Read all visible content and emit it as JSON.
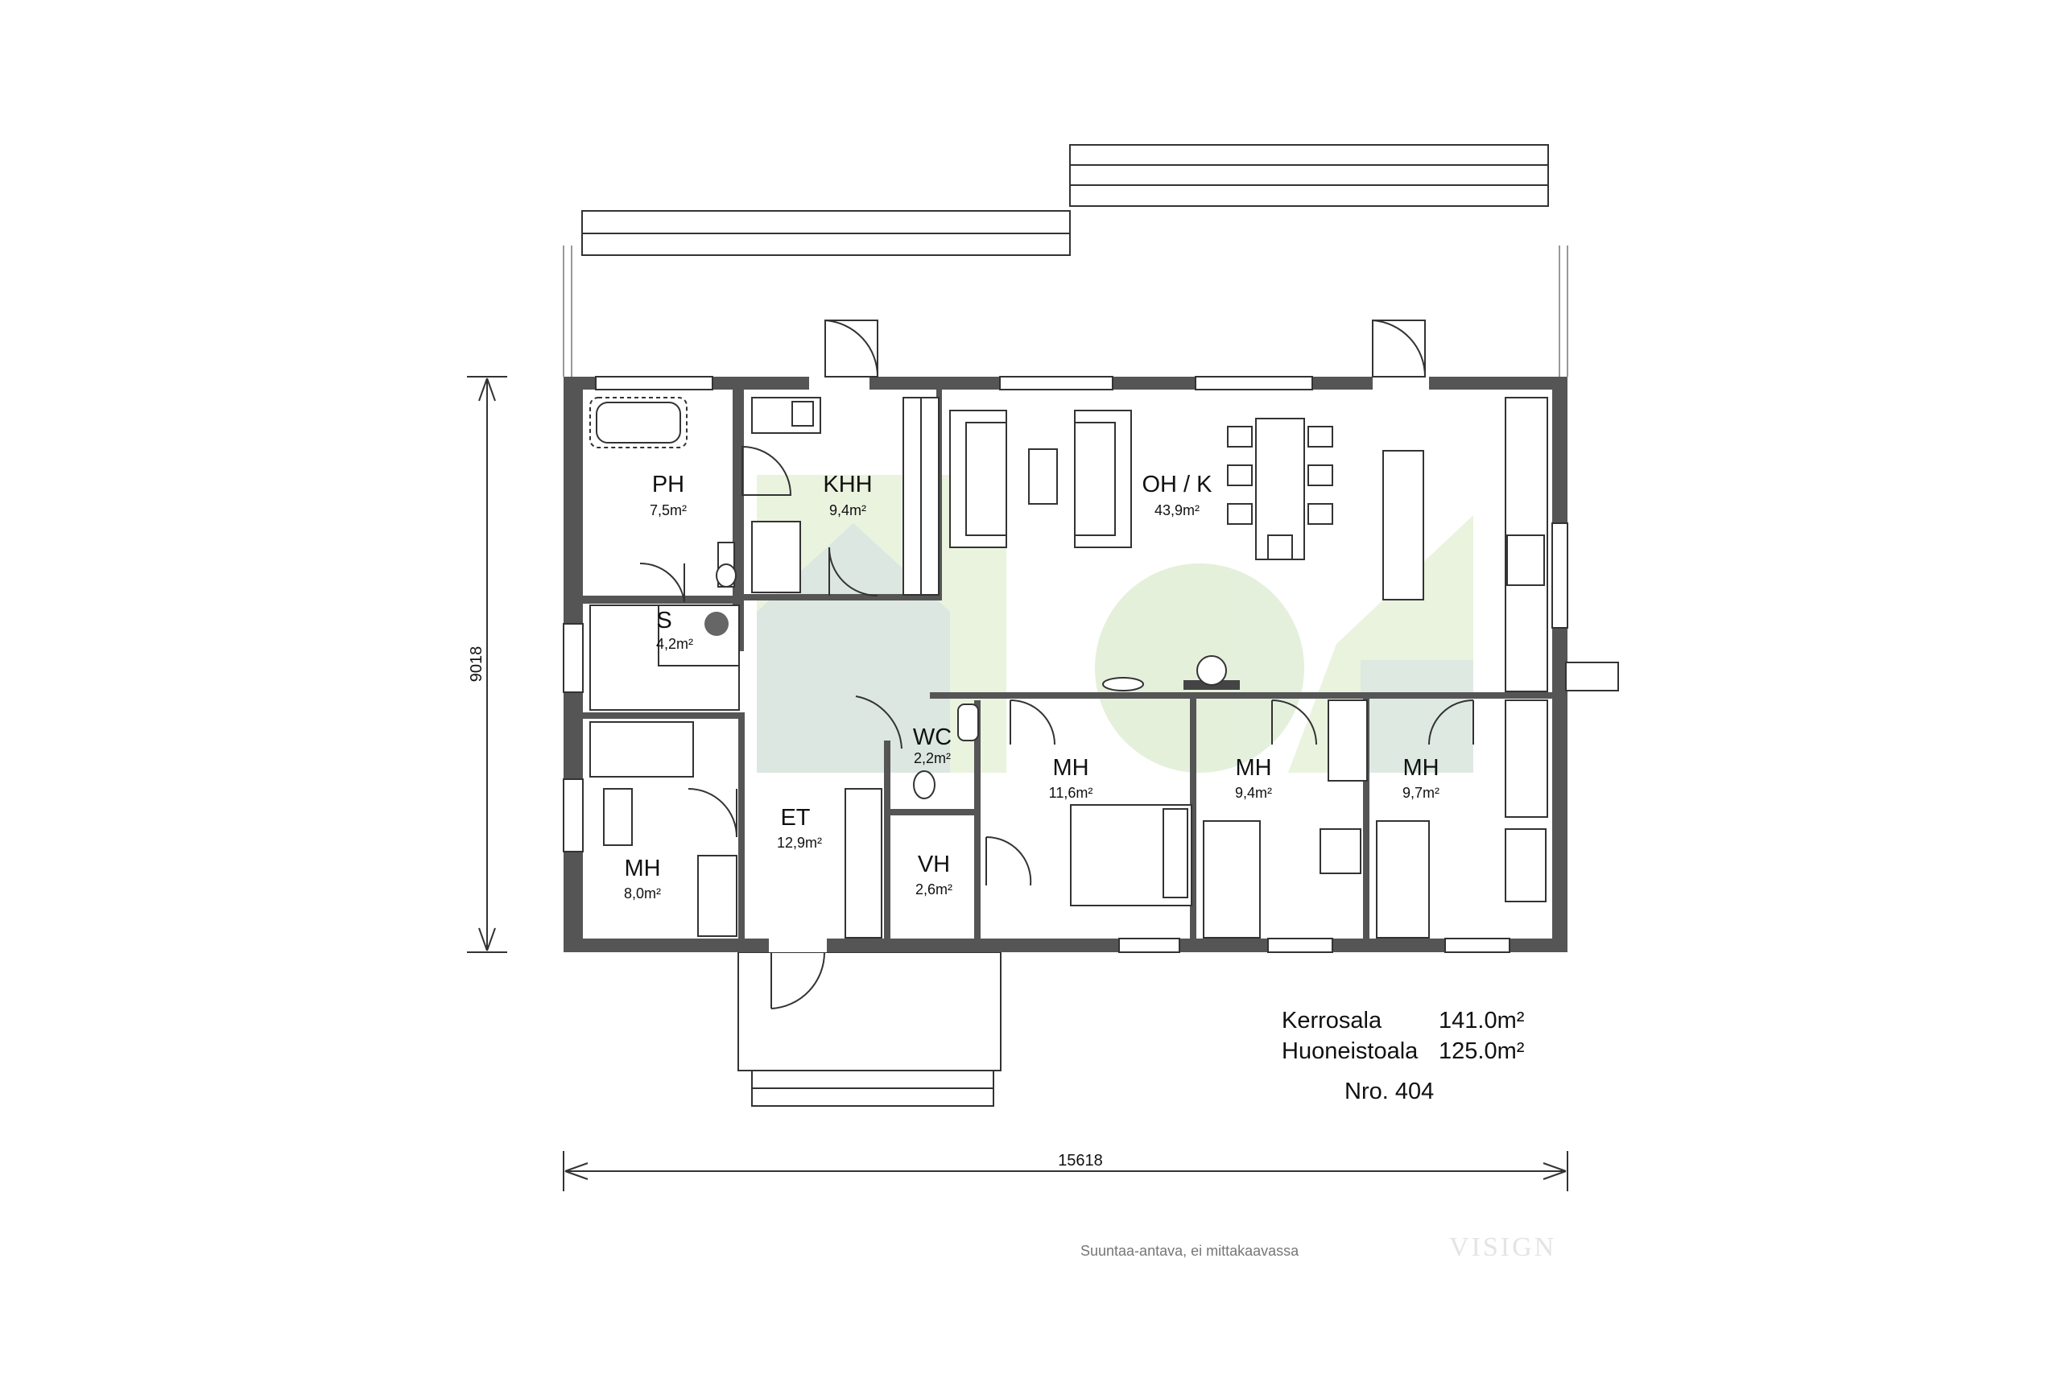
{
  "rooms": {
    "ph": {
      "name": "PH",
      "area": "7,5m²"
    },
    "khh": {
      "name": "KHH",
      "area": "9,4m²"
    },
    "ohk": {
      "name": "OH / K",
      "area": "43,9m²"
    },
    "s": {
      "name": "S",
      "area": "4,2m²"
    },
    "wc": {
      "name": "WC",
      "area": "2,2m²"
    },
    "et": {
      "name": "ET",
      "area": "12,9m²"
    },
    "vh": {
      "name": "VH",
      "area": "2,6m²"
    },
    "mh1": {
      "name": "MH",
      "area": "8,0m²"
    },
    "mh2": {
      "name": "MH",
      "area": "11,6m²"
    },
    "mh3": {
      "name": "MH",
      "area": "9,4m²"
    },
    "mh4": {
      "name": "MH",
      "area": "9,7m²"
    }
  },
  "dimensions": {
    "width": "15618",
    "height": "9018"
  },
  "info": {
    "floor_area_label": "Kerrosala",
    "floor_area_value": "141.0m²",
    "apartment_area_label": "Huoneistoala",
    "apartment_area_value": "125.0m²",
    "number": "Nro. 404"
  },
  "footer": {
    "note": "Suuntaa-antava, ei mittakaavassa",
    "brand": "VISIGN"
  },
  "colors": {
    "wall": "#555555",
    "watermark_green": "#e3efd3",
    "watermark_teal": "#c9d9d1"
  }
}
